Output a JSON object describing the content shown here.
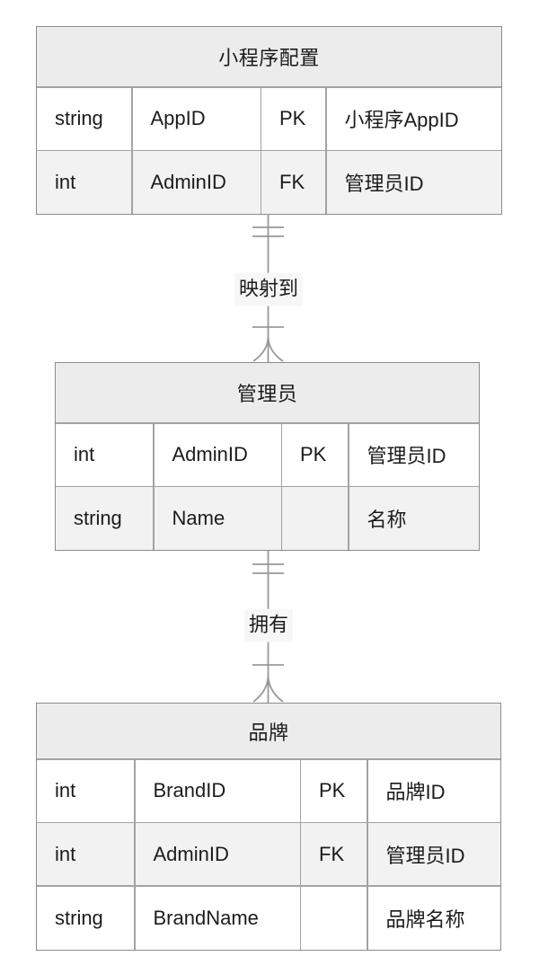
{
  "diagram": {
    "type": "er-diagram",
    "entities": [
      {
        "name": "小程序配置",
        "rows": [
          {
            "type": "string",
            "attr": "AppID",
            "key": "PK",
            "comment": "小程序AppID"
          },
          {
            "type": "int",
            "attr": "AdminID",
            "key": "FK",
            "comment": "管理员ID"
          }
        ]
      },
      {
        "name": "管理员",
        "rows": [
          {
            "type": "int",
            "attr": "AdminID",
            "key": "PK",
            "comment": "管理员ID"
          },
          {
            "type": "string",
            "attr": "Name",
            "key": "",
            "comment": "名称"
          }
        ]
      },
      {
        "name": "品牌",
        "rows": [
          {
            "type": "int",
            "attr": "BrandID",
            "key": "PK",
            "comment": "品牌ID"
          },
          {
            "type": "int",
            "attr": "AdminID",
            "key": "FK",
            "comment": "管理员ID"
          },
          {
            "type": "string",
            "attr": "BrandName",
            "key": "",
            "comment": "品牌名称"
          }
        ]
      }
    ],
    "relationships": [
      {
        "label": "映射到",
        "from": "小程序配置",
        "to": "管理员",
        "from_cardinality": "exactly-one",
        "to_cardinality": "one-or-many"
      },
      {
        "label": "拥有",
        "from": "管理员",
        "to": "品牌",
        "from_cardinality": "exactly-one",
        "to_cardinality": "one-or-many"
      }
    ],
    "colors": {
      "background": "#ffffff",
      "header_fill": "#ececec",
      "row_fill": "#ffffff",
      "row_alt_fill": "#f2f2f2",
      "outer_border": "#8c8c8c",
      "inner_border": "#a3a3a3",
      "relation_line": "#999999",
      "label_bg": "#f7f7f7",
      "text": "#1b1b1b"
    }
  }
}
